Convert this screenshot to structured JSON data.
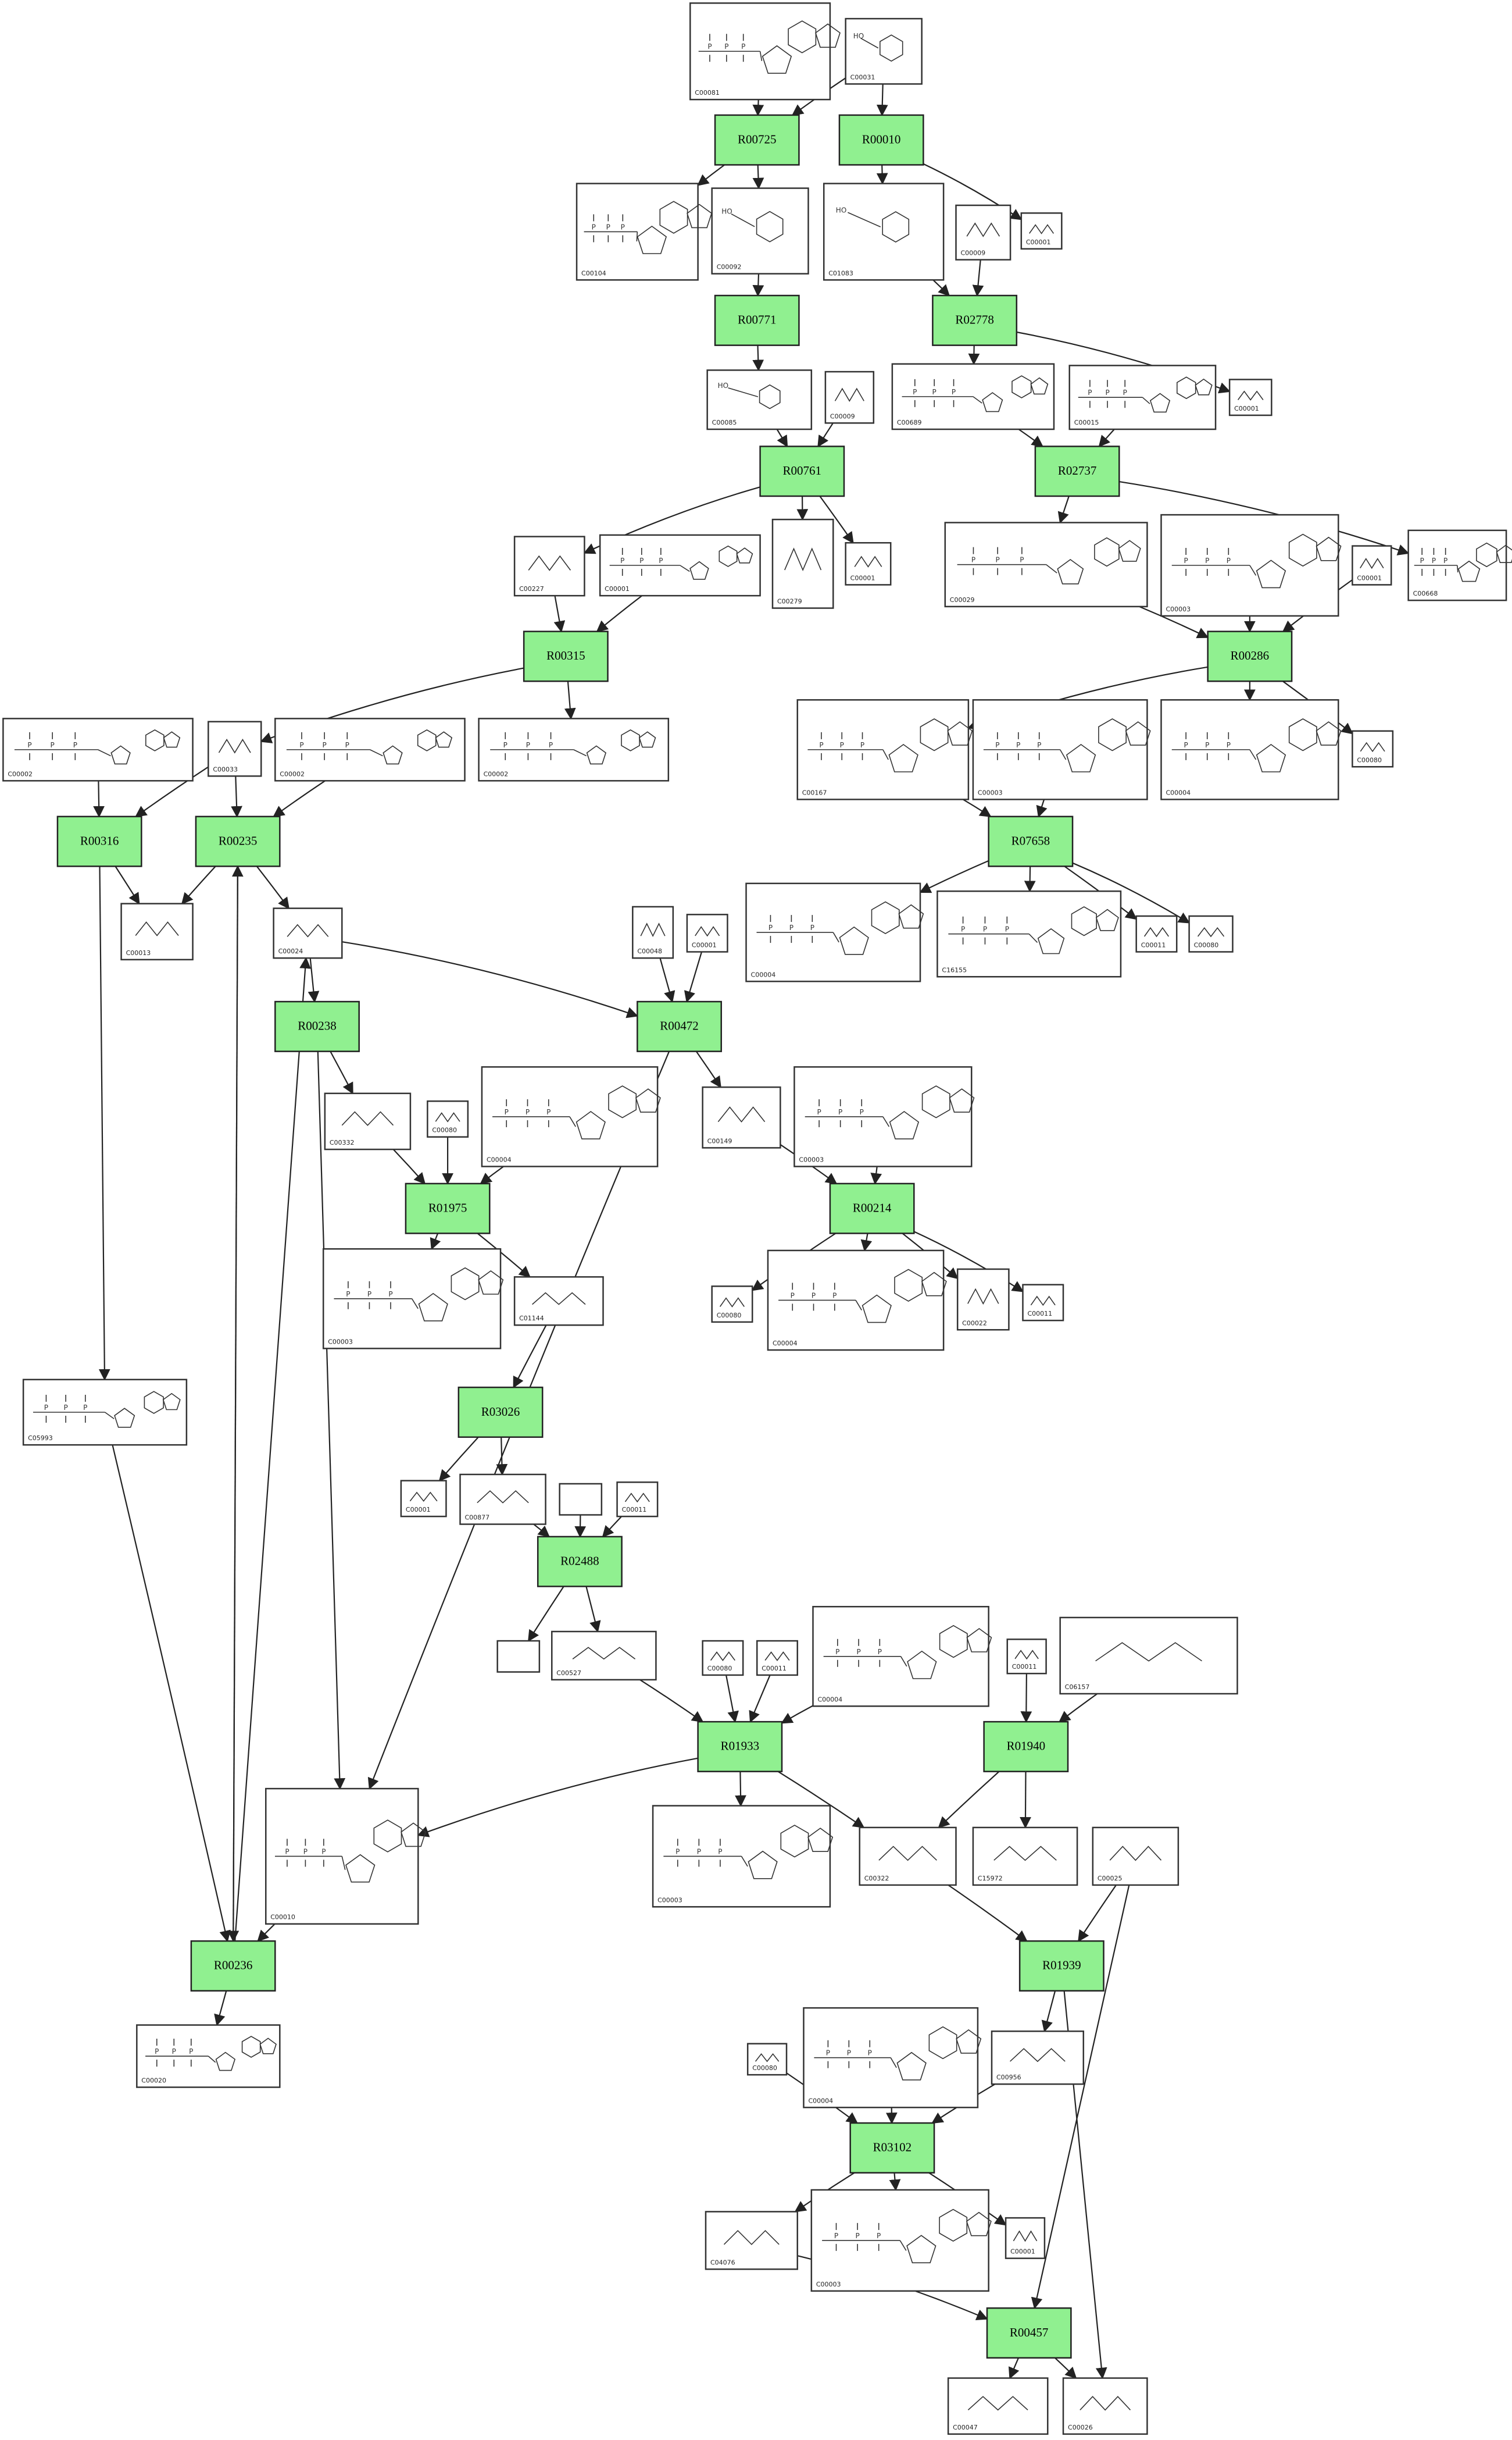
{
  "reactions": [
    {
      "id": "R00725",
      "label": "R00725"
    },
    {
      "id": "R00010",
      "label": "R00010"
    },
    {
      "id": "R00771",
      "label": "R00771"
    },
    {
      "id": "R02778",
      "label": "R02778"
    },
    {
      "id": "R00761",
      "label": "R00761"
    },
    {
      "id": "R02737",
      "label": "R02737"
    },
    {
      "id": "R00315",
      "label": "R00315"
    },
    {
      "id": "R00286",
      "label": "R00286"
    },
    {
      "id": "R00316",
      "label": "R00316"
    },
    {
      "id": "R00235",
      "label": "R00235"
    },
    {
      "id": "R07658",
      "label": "R07658"
    },
    {
      "id": "R00238",
      "label": "R00238"
    },
    {
      "id": "R00472",
      "label": "R00472"
    },
    {
      "id": "R01975",
      "label": "R01975"
    },
    {
      "id": "R00214",
      "label": "R00214"
    },
    {
      "id": "R03026",
      "label": "R03026"
    },
    {
      "id": "R02488",
      "label": "R02488"
    },
    {
      "id": "R01933",
      "label": "R01933"
    },
    {
      "id": "R01940",
      "label": "R01940"
    },
    {
      "id": "R00236",
      "label": "R00236"
    },
    {
      "id": "R01939",
      "label": "R01939"
    },
    {
      "id": "R03102",
      "label": "R03102"
    },
    {
      "id": "R00457",
      "label": "R00457"
    }
  ],
  "compounds": [
    {
      "id": "c1",
      "label": "C00081"
    },
    {
      "id": "c2",
      "label": "C00031"
    },
    {
      "id": "c3",
      "label": "C00104"
    },
    {
      "id": "c4",
      "label": "C00092"
    },
    {
      "id": "c5",
      "label": "C01083"
    },
    {
      "id": "c6",
      "label": "C00009"
    },
    {
      "id": "c7",
      "label": "C00001"
    },
    {
      "id": "c8",
      "label": "C00085"
    },
    {
      "id": "c9",
      "label": "C00009"
    },
    {
      "id": "c10",
      "label": "C00689"
    },
    {
      "id": "c11",
      "label": "C00015"
    },
    {
      "id": "c12",
      "label": "C00001"
    },
    {
      "id": "c13",
      "label": "C00227"
    },
    {
      "id": "c14",
      "label": "C00001"
    },
    {
      "id": "c15",
      "label": "C00279"
    },
    {
      "id": "c16",
      "label": "C00001"
    },
    {
      "id": "c17",
      "label": "C00029"
    },
    {
      "id": "c18",
      "label": "C00003"
    },
    {
      "id": "c19",
      "label": "C00001"
    },
    {
      "id": "c20",
      "label": "C00668"
    },
    {
      "id": "c21",
      "label": "C00002"
    },
    {
      "id": "c22",
      "label": "C00033"
    },
    {
      "id": "c23",
      "label": "C00002"
    },
    {
      "id": "c24",
      "label": "C00002"
    },
    {
      "id": "c25",
      "label": "C00167"
    },
    {
      "id": "c26",
      "label": "C00003"
    },
    {
      "id": "c27",
      "label": "C00004"
    },
    {
      "id": "c28",
      "label": "C00080"
    },
    {
      "id": "c29",
      "label": "C00013"
    },
    {
      "id": "c30",
      "label": "C00024"
    },
    {
      "id": "c31",
      "label": "C00048"
    },
    {
      "id": "c32",
      "label": "C00001"
    },
    {
      "id": "c33",
      "label": "C00004"
    },
    {
      "id": "c34",
      "label": "C16155"
    },
    {
      "id": "c35",
      "label": "C00011"
    },
    {
      "id": "c36",
      "label": "C00080"
    },
    {
      "id": "c37",
      "label": "C00332"
    },
    {
      "id": "c38",
      "label": "C00080"
    },
    {
      "id": "c39",
      "label": "C00004"
    },
    {
      "id": "c40",
      "label": "C00149"
    },
    {
      "id": "c41",
      "label": "C00003"
    },
    {
      "id": "c42",
      "label": "C00003"
    },
    {
      "id": "c43",
      "label": "C01144"
    },
    {
      "id": "c44",
      "label": "C00080"
    },
    {
      "id": "c45",
      "label": "C00004"
    },
    {
      "id": "c46",
      "label": "C00022"
    },
    {
      "id": "c47",
      "label": "C00011"
    },
    {
      "id": "c48",
      "label": "C05993"
    },
    {
      "id": "c49",
      "label": "C00001"
    },
    {
      "id": "c50",
      "label": "C00877"
    },
    {
      "id": "c51",
      "label": ""
    },
    {
      "id": "c52",
      "label": "C00011"
    },
    {
      "id": "c53",
      "label": ""
    },
    {
      "id": "c54",
      "label": "C00527"
    },
    {
      "id": "c55",
      "label": "C00080"
    },
    {
      "id": "c56",
      "label": "C00011"
    },
    {
      "id": "c57",
      "label": "C00004"
    },
    {
      "id": "c58",
      "label": "C00011"
    },
    {
      "id": "c59",
      "label": "C06157"
    },
    {
      "id": "c60",
      "label": "C00010"
    },
    {
      "id": "c61",
      "label": "C00003"
    },
    {
      "id": "c62",
      "label": "C00322"
    },
    {
      "id": "c63",
      "label": "C15972"
    },
    {
      "id": "c64",
      "label": "C00025"
    },
    {
      "id": "c65",
      "label": "C00020"
    },
    {
      "id": "c66",
      "label": "C00956"
    },
    {
      "id": "c67",
      "label": "C00080"
    },
    {
      "id": "c68",
      "label": "C00004"
    },
    {
      "id": "c69",
      "label": "C04076"
    },
    {
      "id": "c70",
      "label": "C00003"
    },
    {
      "id": "c71",
      "label": "C00001"
    },
    {
      "id": "c72",
      "label": "C00047"
    },
    {
      "id": "c73",
      "label": "C00026"
    }
  ],
  "colors": {
    "reaction_fill": "#90f090",
    "box_stroke": "#333333",
    "edge": "#222222"
  }
}
